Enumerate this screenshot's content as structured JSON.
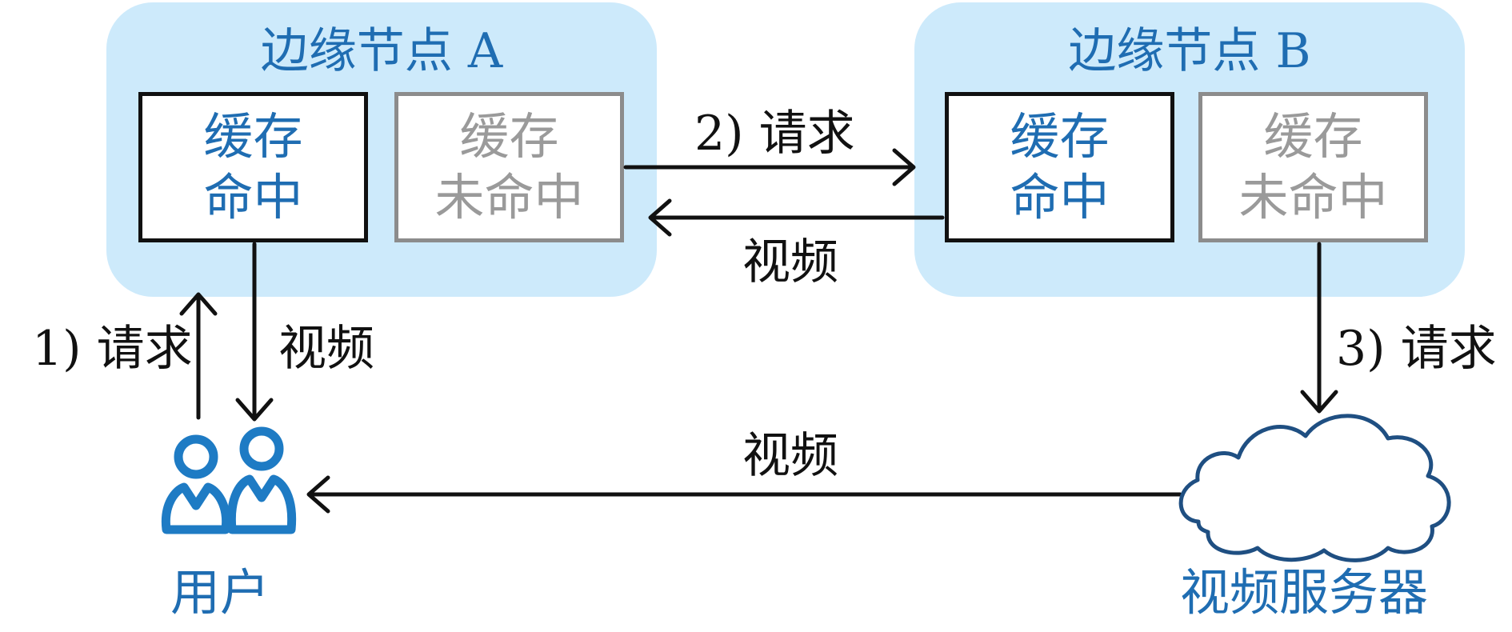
{
  "node_a": {
    "title": "边缘节点 A",
    "hit_line1": "缓存",
    "hit_line2": "命中",
    "miss_line1": "缓存",
    "miss_line2": "未命中"
  },
  "node_b": {
    "title": "边缘节点 B",
    "hit_line1": "缓存",
    "hit_line2": "命中",
    "miss_line1": "缓存",
    "miss_line2": "未命中"
  },
  "edges": {
    "request_1": "1) 请求",
    "video_to_user": "视频",
    "request_2": "2) 请求",
    "video_b_to_a": "视频",
    "request_3": "3) 请求",
    "video_server_to_user": "视频"
  },
  "user_label": "用户",
  "server_label": "视频服务器",
  "colors": {
    "node_region": "#cdeafb",
    "blue_text": "#1f6db2",
    "user_icon": "#1e7bc4",
    "cloud_stroke": "#1f4f82",
    "miss_text": "#9a9a9a"
  }
}
